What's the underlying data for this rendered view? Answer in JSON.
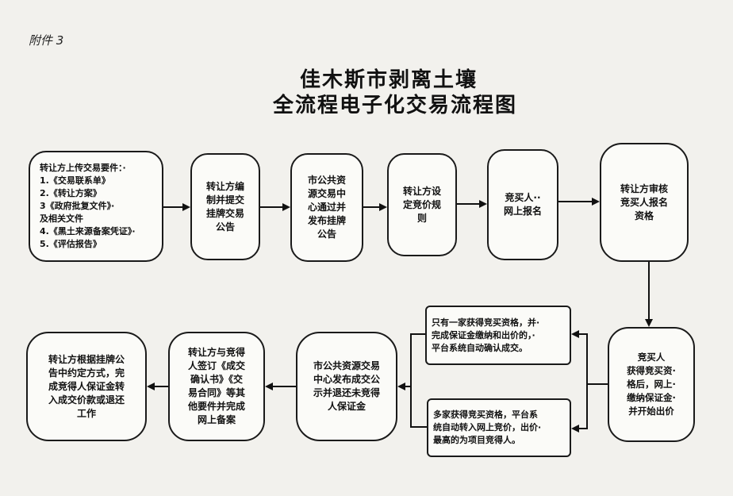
{
  "attachment_label": "附件 3",
  "title_line1": "佳木斯市剥离土壤",
  "title_line2": "全流程电子化交易流程图",
  "steps": {
    "upload": "转让方上传交易要件：·\n1.《交易联系单》\n2.《转让方案》\n3《政府批复文件》·\n及相关文件\n4.《黑土来源备案凭证》·\n5.《评估报告》",
    "compile": "转让方编\n制并提交\n挂牌交易\n公告",
    "publish": "市公共资\n源交易中\n心通过并\n发布挂牌\n公告",
    "rules": "转让方设\n定竞价规\n则",
    "register": "竞买人··\n网上报名",
    "review": "转让方审核\n竞买人报名\n资格",
    "pay": "竞买人\n获得竞买资·\n格后，网上·\n缴纳保证金·\n并开始出价",
    "single": "只有一家获得竞买资格，并·\n完成保证金缴纳和出价的，·\n平台系统自动确认成交。",
    "multi": "多家获得竞买资格，平台系\n统自动转入网上竞价，出价·\n最高的为项目竞得人。",
    "announce": "市公共资源交易\n中心发布成交公\n示并退还未竞得\n人保证金",
    "sign": "转让方与竞得\n人签订《成交\n确认书》《交\n易合同》等其\n他要件并完成\n网上备案",
    "settle": "转让方根据挂牌公\n告中约定方式，完\n成竞得人保证金转\n入成交价款或退还\n工作"
  }
}
